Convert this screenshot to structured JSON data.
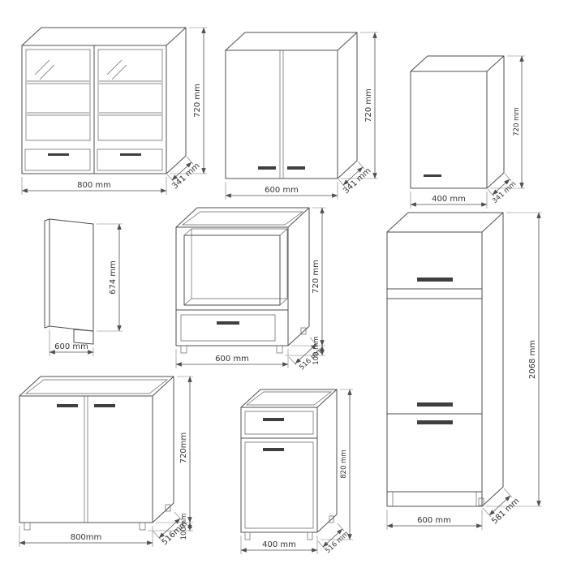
{
  "diagram": {
    "background": "#ffffff",
    "line_color": "#4f4f4f",
    "cabinets": [
      {
        "id": "wall-glass-cabinet-800",
        "width": "800 mm",
        "height": "720 mm",
        "depth": "341 mm"
      },
      {
        "id": "wall-cabinet-600",
        "width": "600 mm",
        "height": "720 mm",
        "depth": "341 mm"
      },
      {
        "id": "wall-cabinet-400",
        "width": "400 mm",
        "height": "720 mm",
        "depth": "341 mm"
      },
      {
        "id": "end-panel-600",
        "width": "600 mm",
        "height": "674 mm"
      },
      {
        "id": "oven-base-cabinet-600",
        "width": "600 mm",
        "height": "720 mm",
        "plinth": "100 mm",
        "depth": "516 mm"
      },
      {
        "id": "tall-cabinet-600",
        "width": "600 mm",
        "height": "2068 mm",
        "depth": "581 mm"
      },
      {
        "id": "base-cabinet-800",
        "width": "800mm",
        "height": "720mm",
        "plinth": "100mm",
        "depth": "516mm"
      },
      {
        "id": "drawer-base-cabinet-400",
        "width": "400 mm",
        "height": "820 mm",
        "depth": "516 mm"
      }
    ]
  }
}
